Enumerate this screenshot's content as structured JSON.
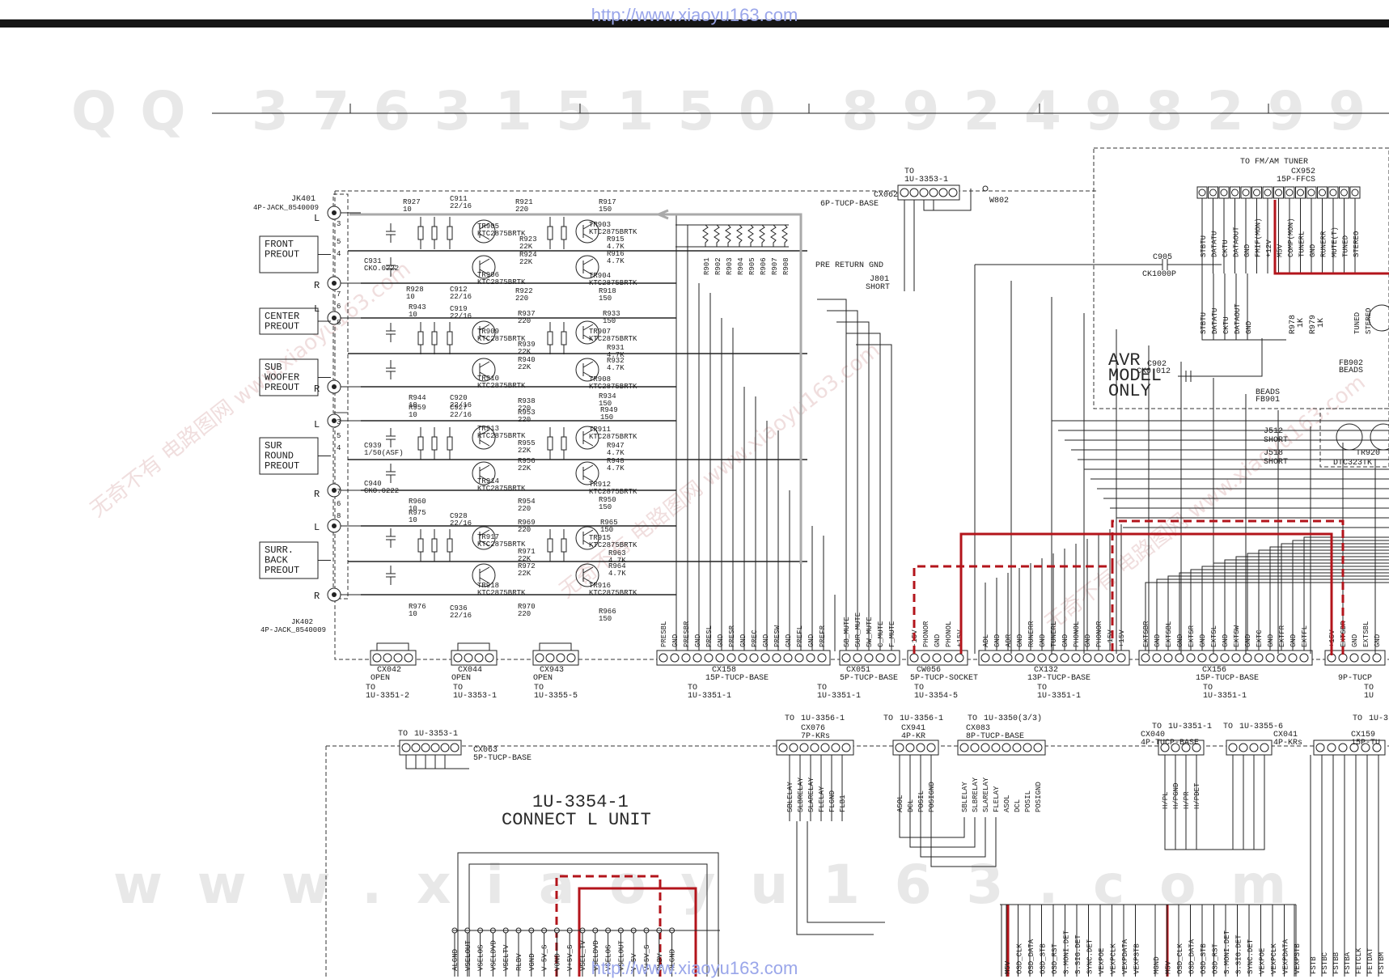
{
  "watermarks": {
    "url": "http://www.xiaoyu163.com",
    "qq_big": "QQ 376315150 892498299",
    "www_big": "www.xiaoyu163.com",
    "diag_wm": "无奇不有 电路图网 www.xiaoyu163.com"
  },
  "jacks": {
    "jk401": {
      "ref": "JK401",
      "type": "4P-JACK_8540009"
    },
    "jk402": {
      "ref": "JK402",
      "type": "4P-JACK_8540009"
    },
    "side_labels": [
      "L",
      "R",
      "L",
      "R",
      "L",
      "R",
      "L",
      "R"
    ],
    "pin_numbers": [
      "3",
      "5",
      "4",
      "7",
      "6",
      "8",
      "3",
      "5",
      "4",
      "7",
      "6",
      "8"
    ]
  },
  "outputs": [
    {
      "id": "front",
      "lines": [
        "FRONT",
        "PREOUT"
      ]
    },
    {
      "id": "center",
      "lines": [
        "CENTER",
        "PREOUT"
      ]
    },
    {
      "id": "sub",
      "lines": [
        "SUB",
        "WOOFER",
        "PREOUT"
      ]
    },
    {
      "id": "surround",
      "lines": [
        "SUR",
        "ROUND",
        "PREOUT"
      ]
    },
    {
      "id": "back",
      "lines": [
        "SURR.",
        "BACK",
        "PREOUT"
      ]
    }
  ],
  "components": [
    {
      "ref": "R927",
      "val": "10"
    },
    {
      "ref": "C911",
      "val": "22/16"
    },
    {
      "ref": "R921",
      "val": "220"
    },
    {
      "ref": "R917",
      "val": "150"
    },
    {
      "ref": "TR905",
      "val": "KTC2875BRTK"
    },
    {
      "ref": "TR903",
      "val": "KTC2875BRTK"
    },
    {
      "ref": "R923",
      "val": "22K"
    },
    {
      "ref": "R915",
      "val": "4.7K"
    },
    {
      "ref": "R924",
      "val": "22K"
    },
    {
      "ref": "R916",
      "val": "4.7K"
    },
    {
      "ref": "TR906",
      "val": "KTC2875BRTK"
    },
    {
      "ref": "TR904",
      "val": "KTC2875BRTK"
    },
    {
      "ref": "C931",
      "val": "CKO.0222"
    },
    {
      "ref": "R928",
      "val": "10"
    },
    {
      "ref": "C912",
      "val": "22/16"
    },
    {
      "ref": "R922",
      "val": "220"
    },
    {
      "ref": "R918",
      "val": "150"
    },
    {
      "ref": "R943",
      "val": "10"
    },
    {
      "ref": "C919",
      "val": "22/16"
    },
    {
      "ref": "R937",
      "val": "220"
    },
    {
      "ref": "R933",
      "val": "150"
    },
    {
      "ref": "TR909",
      "val": "KTC2875BRTK"
    },
    {
      "ref": "TR907",
      "val": "KTC2875BRTK"
    },
    {
      "ref": "R939",
      "val": "22K"
    },
    {
      "ref": "R931",
      "val": "4.7K"
    },
    {
      "ref": "R940",
      "val": "22K"
    },
    {
      "ref": "R932",
      "val": "4.7K"
    },
    {
      "ref": "TR910",
      "val": "KTC2875BRTK"
    },
    {
      "ref": "TR908",
      "val": "KTC2875BRTK"
    },
    {
      "ref": "R944",
      "val": "10"
    },
    {
      "ref": "C920",
      "val": "22/16"
    },
    {
      "ref": "R938",
      "val": "220"
    },
    {
      "ref": "R934",
      "val": "150"
    },
    {
      "ref": "R959",
      "val": "10"
    },
    {
      "ref": "C927",
      "val": "22/16"
    },
    {
      "ref": "R953",
      "val": "220"
    },
    {
      "ref": "R949",
      "val": "150"
    },
    {
      "ref": "TR913",
      "val": "KTC2875BRTK"
    },
    {
      "ref": "TR911",
      "val": "KTC2875BRTK"
    },
    {
      "ref": "R955",
      "val": "22K"
    },
    {
      "ref": "R947",
      "val": "4.7K"
    },
    {
      "ref": "C939",
      "val": "1/50(ASF)"
    },
    {
      "ref": "C940",
      "val": "CKO.0222"
    },
    {
      "ref": "R956",
      "val": "22K"
    },
    {
      "ref": "R948",
      "val": "4.7K"
    },
    {
      "ref": "TR914",
      "val": "KTC2875BRTK"
    },
    {
      "ref": "TR912",
      "val": "KTC2875BRTK"
    },
    {
      "ref": "R960",
      "val": "10"
    },
    {
      "ref": "R954",
      "val": "220"
    },
    {
      "ref": "R950",
      "val": "150"
    },
    {
      "ref": "R975",
      "val": "10"
    },
    {
      "ref": "C928",
      "val": "22/16"
    },
    {
      "ref": "R969",
      "val": "220"
    },
    {
      "ref": "R965",
      "val": "150"
    },
    {
      "ref": "TR917",
      "val": "KTC2875BRTK"
    },
    {
      "ref": "TR915",
      "val": "KTC2875BRTK"
    },
    {
      "ref": "R971",
      "val": "22K"
    },
    {
      "ref": "R963",
      "val": "4.7K"
    },
    {
      "ref": "R972",
      "val": "22K"
    },
    {
      "ref": "R964",
      "val": "4.7K"
    },
    {
      "ref": "TR918",
      "val": "KTC2875BRTK"
    },
    {
      "ref": "TR916",
      "val": "KTC2875BRTK"
    },
    {
      "ref": "R976",
      "val": "10"
    },
    {
      "ref": "C936",
      "val": "22/16"
    },
    {
      "ref": "R970",
      "val": "220"
    },
    {
      "ref": "R966",
      "val": "150"
    }
  ],
  "resistor_bank": [
    "R901",
    "R902",
    "R903",
    "R904",
    "R905",
    "R906",
    "R907",
    "R908"
  ],
  "misc_labels": {
    "pre_return": "PRE RETURN GND",
    "j801": "J801",
    "short": "SHORT",
    "w802": "W802",
    "c905": "C905",
    "c905v": "CK1000P",
    "c902": "C902",
    "c902v": "CK0.012",
    "fb902": "FB902",
    "beads": "BEADS",
    "fb901": "FB901",
    "r978": "R978",
    "r979": "R979",
    "r1k": "1K",
    "j512": "J512",
    "j518": "J518",
    "tr920": "TR920",
    "dtc": "DTC323TK",
    "avr": [
      "AVR",
      "MODEL",
      "ONLY"
    ],
    "fm_tuner": "TO FM/AM TUNER",
    "cx952": "CX952",
    "cx952t": "15P-FFCS"
  },
  "tuner_pins_top": [
    "STBTU",
    "DATATU",
    "CKTU",
    "DATAOUT",
    "GND",
    "FMIF(MON)",
    "+12V",
    "M5V",
    "COMP(MON)",
    "TUNERL",
    "GND",
    "RUNERR",
    "MUTE(T)",
    "TUNED",
    "STEREO"
  ],
  "tuner_pins_low": [
    "STBTU",
    "DATATU",
    "CKTU",
    "DATAOUT",
    "GND",
    "TUNED",
    "STEREO"
  ],
  "connectors_top": [
    {
      "ref": "CX062",
      "type": "6P-TUCP-BASE",
      "to": "TO",
      "dest": "1U-3353-1"
    }
  ],
  "connectors_bottom": [
    {
      "ref": "CX042",
      "type": "OPEN",
      "to": "TO",
      "dest": "1U-3351-2"
    },
    {
      "ref": "CX044",
      "type": "OPEN",
      "to": "TO",
      "dest": "1U-3353-1"
    },
    {
      "ref": "CX943",
      "type": "OPEN",
      "to": "TO",
      "dest": "1U-3355-5"
    },
    {
      "ref": "CX158",
      "type": "15P-TUCP-BASE",
      "to": "TO",
      "dest": "1U-3351-1"
    },
    {
      "ref": "CX051",
      "type": "5P-TUCP-BASE",
      "to": "TO",
      "dest": "1U-3351-1"
    },
    {
      "ref": "CW056",
      "type": "5P-TUCP-SOCKET",
      "to": "TO",
      "dest": "1U-3354-5"
    },
    {
      "ref": "CX132",
      "type": "13P-TUCP-BASE",
      "to": "TO",
      "dest": "1U-3351-1"
    },
    {
      "ref": "CX156",
      "type": "15P-TUCP-BASE",
      "to": "TO",
      "dest": "1U-3351-1"
    },
    {
      "ref": "",
      "type": "9P-TUCP",
      "to": "TO",
      "dest": "1U"
    }
  ],
  "signal_groups": {
    "cx158": [
      "PRESBL",
      "GND",
      "PRESBR",
      "GND",
      "PRESL",
      "GND",
      "PRESR",
      "GND",
      "PREC",
      "GND",
      "PRESW",
      "GND",
      "PREFL",
      "GND",
      "PREFR"
    ],
    "cx051": [
      "SB_MUTE",
      "SUR_MUTE",
      "SW_MUTE",
      "C_MUTE",
      "F_MUTE"
    ],
    "cw056": [
      "-15V",
      "PHONOR",
      "GND",
      "PHONOL",
      "+15V"
    ],
    "cx132": [
      "ADL",
      "GND",
      "ADR",
      "GND",
      "RUNERR",
      "GND",
      "TUNERL",
      "GND",
      "PHONOL",
      "GND",
      "PHONOR",
      "-15V",
      "+15V"
    ],
    "cx156": [
      "EXTSBR",
      "GND",
      "EXTSBL",
      "GND",
      "EXTSR",
      "GND",
      "EXTSL",
      "GND",
      "EXTSW",
      "GND",
      "EXTC",
      "GND",
      "EXTFR",
      "GND",
      "EXTFL"
    ],
    "nine": [
      "+15V",
      "EXTSBR",
      "GND",
      "EXTSBL",
      "GND"
    ]
  },
  "lower_row": {
    "cx063": {
      "ref": "CX063",
      "type": "5P-TUCP-BASE",
      "to": "TO",
      "dest": "1U-3353-1"
    },
    "cx076": {
      "ref": "CX076",
      "type": "7P-KRs",
      "to": "TO",
      "dest": "1U-3356-1"
    },
    "cx941": {
      "ref": "CX941",
      "type": "4P-KR",
      "to": "TO",
      "dest": "1U-3356-1"
    },
    "cx083": {
      "ref": "CX083",
      "type": "8P-TUCP-BASE",
      "to": "TO",
      "dest": "1U-3350(3/3)"
    },
    "cx040": {
      "ref": "CX040",
      "type": "4P-TUCP-BASE",
      "to": "TO",
      "dest": "1U-3351-1"
    },
    "cx041": {
      "ref": "CX041",
      "type": "4P-KRs",
      "to": "TO",
      "dest": "1U-3355-6"
    },
    "cx159": {
      "ref": "CX159",
      "type": "15P-TU",
      "to": "TO",
      "dest": "1U-3"
    },
    "cx076_pins": [
      "SBLELAY",
      "SLBRELAY",
      "SLARELAY",
      "FLELAY",
      "FLGND",
      "FLB1"
    ],
    "cx941_pins": [
      "ASOL",
      "DCL",
      "POSIL",
      "POSIGND"
    ],
    "cx083_pins": [
      "SBLELAY",
      "SLBRELAY",
      "SLARELAY",
      "FLELAY",
      "ASOL",
      "DCL",
      "POSIL",
      "POSIGND"
    ],
    "cx040_pins": [
      "H/PL",
      "H/PGND",
      "H/PR",
      "H/PDET"
    ],
    "video_pins": [
      "ALGND",
      "VSELOUT",
      "VSELOS",
      "VSELDVD",
      "VSELTV",
      "RLBV",
      "VGND",
      "V-5V_S",
      "VGND",
      "V+5V_S",
      "VSEL_TV",
      "VSELDVD",
      "VSELOS",
      "VSELOUT",
      "V-5V",
      "V+5V_S",
      "RLBV",
      "RLGND"
    ],
    "osd_pins_a": [
      "M5V",
      "OSD_CLK",
      "OSD_DATA",
      "OSD_STB",
      "OSD_RST",
      "S.MONI.DET",
      "S.SIG.DET",
      "SYNC.DET",
      "VEXPOE",
      "VEXPCLK",
      "VEXPDATA",
      "VEXPSTB"
    ],
    "osd_pins_b": [
      "MGND",
      "M5V",
      "OSD_CLK",
      "OSD_DATA",
      "OSD_STB",
      "OSD_RST",
      "S.MONI.DET",
      "S.SIG.DET",
      "SYNC.DET",
      "VEXPOE",
      "VEXPCLK",
      "VEXPDATA",
      "VEXPSTB"
    ],
    "far_pins": [
      "FSTB",
      "FSTBC",
      "FSTBB",
      "FSTBA",
      "FETCLK",
      "FETDAT",
      "FSTBM"
    ]
  },
  "unit_title": {
    "line1": "1U-3354-1",
    "line2": "CONNECT L UNIT"
  }
}
